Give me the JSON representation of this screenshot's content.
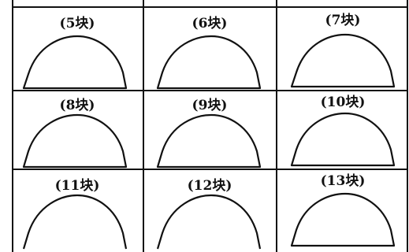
{
  "cells": [
    {
      "label": "(5块)"
    },
    {
      "label": "(6块)"
    },
    {
      "label": "(7块)"
    },
    {
      "label": "(8块)"
    },
    {
      "label": "(9块)"
    },
    {
      "label": "(10块)"
    },
    {
      "label": "(11块)"
    },
    {
      "label": "(12块)"
    },
    {
      "label": "(13块)"
    }
  ]
}
